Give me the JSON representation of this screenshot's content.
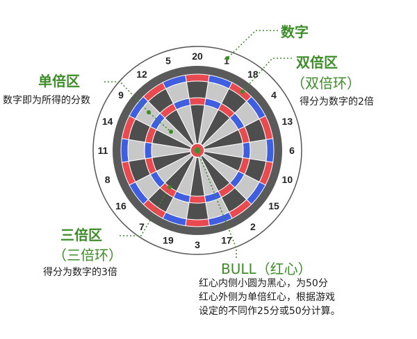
{
  "board": {
    "numbers": [
      "20",
      "1",
      "18",
      "4",
      "13",
      "6",
      "10",
      "15",
      "2",
      "17",
      "3",
      "19",
      "7",
      "16",
      "8",
      "11",
      "14",
      "9",
      "12",
      "5"
    ],
    "colors": {
      "outer_ring_fill": "#5a5a5a",
      "dark_segment": "#4e4e4e",
      "light_segment": "#c8c8c8",
      "red": "#e84a50",
      "blue": "#3f5fe0",
      "bull_red": "#e84a50",
      "bull_center": "#3a9a3a",
      "leader": "#3c8c28"
    }
  },
  "annotations": {
    "number": {
      "title": "数字"
    },
    "double": {
      "title": "双倍区",
      "subtitle": "（双倍环）",
      "desc": "得分为数字的2倍"
    },
    "single": {
      "title": "单倍区",
      "desc": "数字即为所得的分数"
    },
    "triple": {
      "title": "三倍区",
      "subtitle": "（三倍环）",
      "desc": "得分为数字的3倍"
    },
    "bull": {
      "title": "BULL（红心）",
      "desc_line1": "红心内侧小圆为黑心，为50分",
      "desc_line2": "红心外侧为单倍红心，根据游戏",
      "desc_line3": "设定的不同作25分或50分计算。"
    }
  }
}
